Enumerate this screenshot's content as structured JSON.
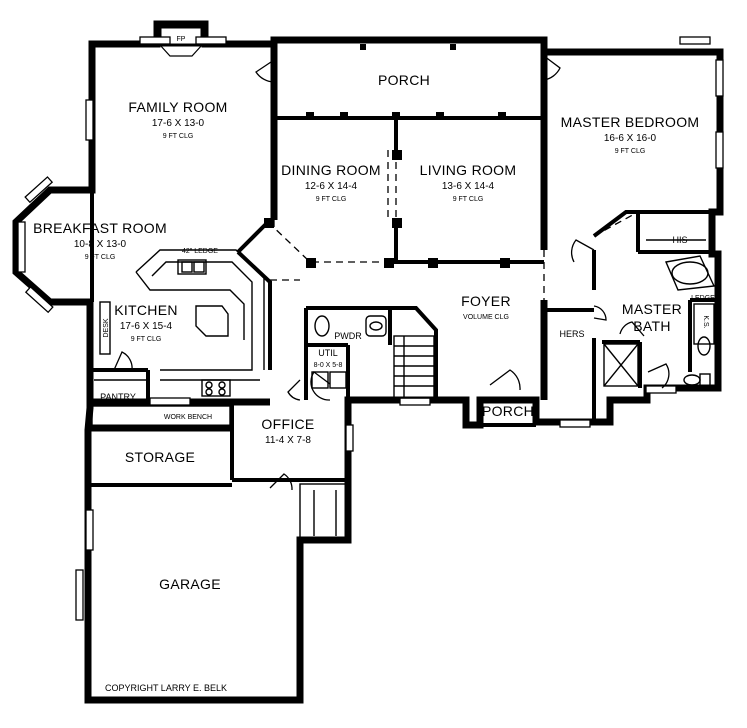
{
  "rooms": {
    "family": {
      "name": "FAMILY ROOM",
      "dims": "17-6 X 13-0",
      "clg": "9 FT CLG"
    },
    "porch_top": {
      "name": "PORCH"
    },
    "master_bedroom": {
      "name": "MASTER BEDROOM",
      "dims": "16-6 X 16-0",
      "clg": "9 FT CLG"
    },
    "dining": {
      "name": "DINING ROOM",
      "dims": "12-6 X 14-4",
      "clg": "9 FT CLG"
    },
    "living": {
      "name": "LIVING ROOM",
      "dims": "13-6 X 14-4",
      "clg": "9 FT CLG"
    },
    "breakfast": {
      "name": "BREAKFAST ROOM",
      "dims": "10-8 X 13-0",
      "clg": "9 FT CLG"
    },
    "kitchen": {
      "name": "KITCHEN",
      "dims": "17-6 X 15-4",
      "clg": "9 FT CLG"
    },
    "foyer": {
      "name": "FOYER",
      "clg": "VOLUME CLG"
    },
    "master_bath": {
      "name_line1": "MASTER",
      "name_line2": "BATH"
    },
    "office": {
      "name": "OFFICE",
      "dims": "11-4 X 7-8"
    },
    "storage": {
      "name": "STORAGE"
    },
    "garage": {
      "name": "GARAGE"
    },
    "porch_front": {
      "name": "PORCH"
    },
    "util": {
      "name": "UTIL",
      "dims": "8-0 X 5-8"
    }
  },
  "labels": {
    "fp": "FP",
    "ledge42": "42\" LEDGE",
    "desk": "DESK",
    "pantry": "PANTRY",
    "work_bench": "WORK BENCH",
    "pwdr": "PWDR",
    "his": "HIS",
    "hers": "HERS",
    "ledge": "LEDGE",
    "ks": "K.S."
  },
  "copyright": "COPYRIGHT LARRY E. BELK"
}
